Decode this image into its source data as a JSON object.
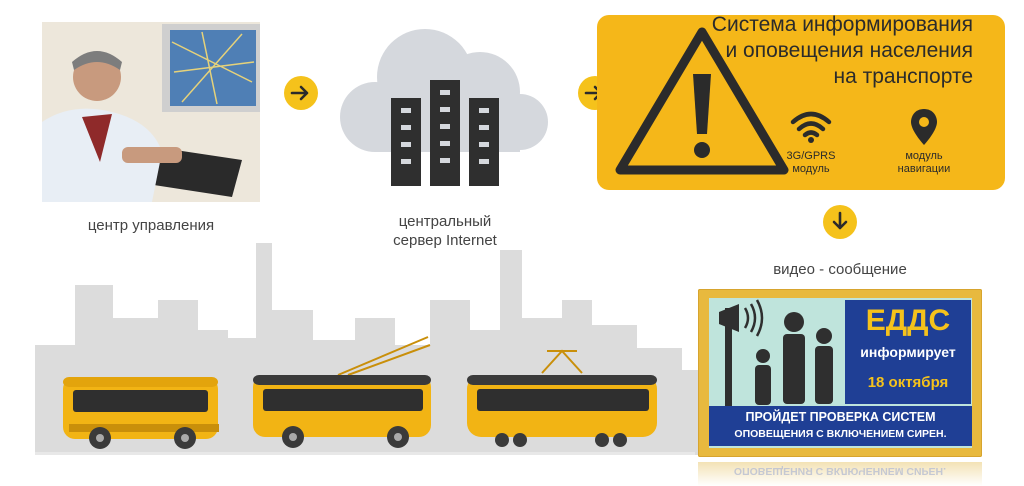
{
  "colors": {
    "accent": "#f5b719",
    "panel_dark": "#2b2b2b",
    "eddc_blue": "#1f3f95",
    "screen_bg": "#bfe4dc",
    "bus_yellow": "#f2b414",
    "skyline": "#d9d9d9"
  },
  "nodes": {
    "control_center": {
      "label": "центр управления"
    },
    "server": {
      "label_line1": "центральный",
      "label_line2": "сервер Internet"
    },
    "system": {
      "title_line1": "Система информирования",
      "title_line2": "и оповещения населения",
      "title_line3": "на транспорте",
      "module_3g_line1": "3G/GPRS",
      "module_3g_line2": "модуль",
      "module_nav_line1": "модуль",
      "module_nav_line2": "навигации"
    },
    "video": {
      "label": "видео - сообщение"
    }
  },
  "screen": {
    "title": "ЕДДС",
    "subtitle": "информирует",
    "date": "18 октября",
    "line1": "ПРОЙДЕТ ПРОВЕРКА СИСТЕМ",
    "line2": "ОПОВЕЩЕНИЯ С ВКЛЮЧЕНИЕМ СИРЕН.",
    "reflection": "ОПОВЕЩЕНИЯ С ВКЛЮЧЕНИЕМ СИРЕН."
  },
  "icons": [
    "arrow-right-icon",
    "cloud-icon",
    "server-icon",
    "warning-icon",
    "wifi-icon",
    "location-pin-icon",
    "arrow-down-icon",
    "loudspeaker-icon",
    "people-icon"
  ],
  "vehicles": [
    "bus",
    "trolleybus",
    "tram"
  ]
}
